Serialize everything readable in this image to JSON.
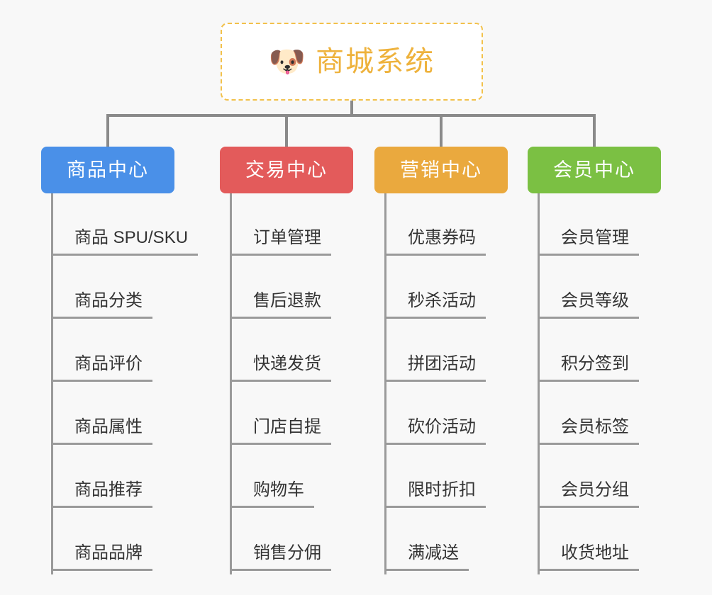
{
  "canvas": {
    "background": "#f8f8f8",
    "connector_color": "#8a8a8a",
    "leaf_line_color": "#9a9a9a",
    "leaf_text_color": "#333333"
  },
  "root": {
    "icon": "dog-face-emoji",
    "icon_glyph": "🐶",
    "title": "商城系统",
    "title_color": "#eeb23c",
    "border_color": "#f2c14b",
    "border_style": "dashed",
    "background": "#ffffff"
  },
  "columns": [
    {
      "id": "product-center",
      "title": "商品中心",
      "color": "#4a90e8",
      "items": [
        {
          "label": "商品 SPU/SKU"
        },
        {
          "label": "商品分类"
        },
        {
          "label": "商品评价"
        },
        {
          "label": "商品属性"
        },
        {
          "label": "商品推荐"
        },
        {
          "label": "商品品牌"
        }
      ]
    },
    {
      "id": "trade-center",
      "title": "交易中心",
      "color": "#e35b5b",
      "items": [
        {
          "label": "订单管理"
        },
        {
          "label": "售后退款"
        },
        {
          "label": "快递发货"
        },
        {
          "label": "门店自提"
        },
        {
          "label": "购物车"
        },
        {
          "label": "销售分佣"
        }
      ]
    },
    {
      "id": "marketing-center",
      "title": "营销中心",
      "color": "#eaa93e",
      "items": [
        {
          "label": "优惠券码"
        },
        {
          "label": "秒杀活动"
        },
        {
          "label": "拼团活动"
        },
        {
          "label": "砍价活动"
        },
        {
          "label": "限时折扣"
        },
        {
          "label": "满减送"
        }
      ]
    },
    {
      "id": "member-center",
      "title": "会员中心",
      "color": "#7bc043",
      "items": [
        {
          "label": "会员管理"
        },
        {
          "label": "会员等级"
        },
        {
          "label": "积分签到"
        },
        {
          "label": "会员标签"
        },
        {
          "label": "会员分组"
        },
        {
          "label": "收货地址"
        }
      ]
    }
  ]
}
